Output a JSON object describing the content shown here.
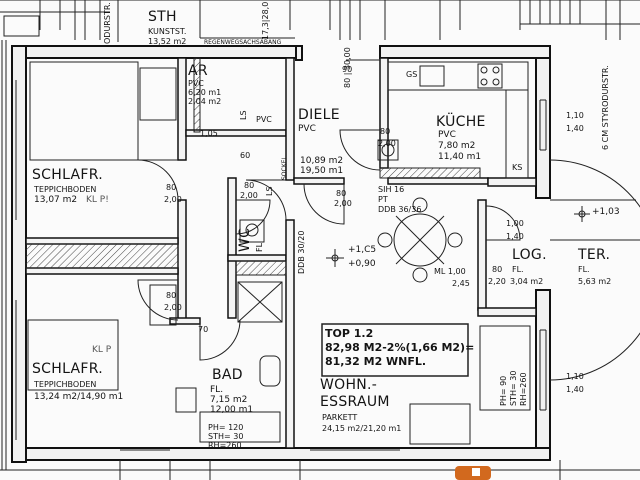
{
  "plan": {
    "top_unit": "TOP 1.2",
    "area_line1": "82,98 M2-2%(1,66 M2)=",
    "area_line2": "81,32 M2 WNFL."
  },
  "rooms": {
    "schlaf1": {
      "name": "SCHLAFR.",
      "floor": "TEPPICHBODEN",
      "area": "13,07 m2",
      "mark": "KL P!"
    },
    "schlaf2": {
      "name": "SCHLAFR.",
      "floor": "TEPPICHBODEN",
      "area": "13,24 m2/14,90 m1",
      "mark": "KL P"
    },
    "ar": {
      "name": "AR",
      "floor": "PVC",
      "area1": "6,20 m1",
      "area2": "2,04 m2"
    },
    "diele": {
      "name": "DIELE",
      "floor": "PVC",
      "area1": "10,89 m2",
      "area2": "19,50 m1"
    },
    "kueche": {
      "name": "KÜCHE",
      "floor": "PVC",
      "area1": "7,80 m2",
      "area2": "11,40 m1"
    },
    "wc": {
      "name": "WC",
      "floor": "FL"
    },
    "bad": {
      "name": "BAD",
      "floor": "FL.",
      "area1": "7,15 m2",
      "area2": "12,00 m1",
      "ph": "PH= 120",
      "sth": "STH= 30",
      "rh": "RH=260"
    },
    "log": {
      "name": "LOG.",
      "floor": "FL.",
      "area": "3,04 m2"
    },
    "ter": {
      "name": "TER.",
      "floor": "FL.",
      "area": "5,63 m2",
      "level": "+1,03"
    },
    "wohn": {
      "name1": "WOHN.-",
      "name2": "ESSRAUM",
      "floor": "PARKETT",
      "area": "24,15 m2/21,20 m1"
    },
    "sth": {
      "name": "STH",
      "sub": "KUNSTST.",
      "area": "13,52 m2"
    }
  },
  "annotations": {
    "level1": "+1,C5",
    "level2": "+0,90",
    "ml": "ML 1,00",
    "sih": "SIH 16",
    "pt": "PT",
    "ddb": "DDB 36/36",
    "dim_245": "2,45",
    "dim_100": "1,00",
    "dim_140": "1,40",
    "dim_110": "1,10",
    "dim_105": "1,05",
    "dim_80": "80",
    "dim_200": "2,00",
    "dim_70": "70",
    "dim_60": "60",
    "dim_90": "90",
    "dim_220": "2,20",
    "gs": "GS",
    "ks": "KS",
    "styrodur_right": "6 CM STYRODURSTR.",
    "styrodur_left": "ODURSTR.",
    "ph_right": "PH= 90",
    "sth_right": "STH= 30",
    "rh_right": "RH=260",
    "ddb_vert": "DDB 30/20",
    "top_vert": "17,3|28,0",
    "zedr": "80 | 30,00",
    "hz": "REGENWEGSACHSABANG",
    "pvc_sm": "PVC",
    "ls": "LS",
    "sockel": "SOCKEL"
  }
}
